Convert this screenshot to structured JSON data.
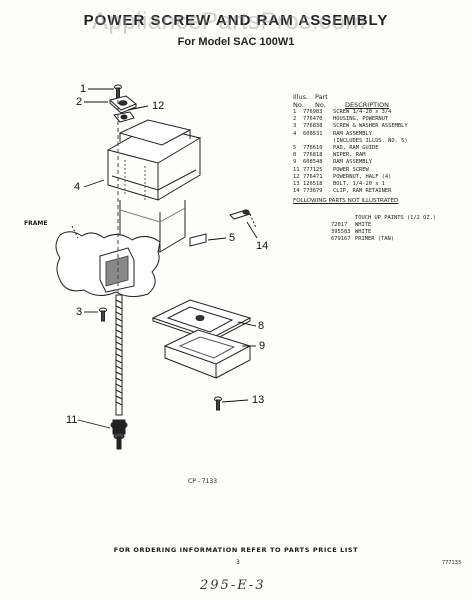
{
  "header": {
    "title": "POWER SCREW AND RAM ASSEMBLY",
    "watermark": "AppliancePartsPros.com",
    "subtitle": "For Model SAC 100W1"
  },
  "callouts": [
    "1",
    "2",
    "12",
    "4",
    "5",
    "14",
    "3",
    "8",
    "9",
    "11",
    "13"
  ],
  "frame_label": "FRAME",
  "parts_table": {
    "header": {
      "illus": "Illus.",
      "part": "Part",
      "no1": "No.",
      "no2": "No.",
      "description": "DESCRIPTION"
    },
    "rows": [
      {
        "no": "1",
        "part": "776983",
        "desc": "SCREW 1/4-20 x 3/4"
      },
      {
        "no": "2",
        "part": "776470",
        "desc": "HOUSING, POWERNUT"
      },
      {
        "no": "3",
        "part": "776838",
        "desc": "SCREW & WASHER ASSEMBLY"
      },
      {
        "no": "4",
        "part": "608531",
        "desc": "RAM ASSEMBLY"
      },
      {
        "no": "",
        "part": "",
        "desc": "(INCLUDES ILLUS. NO. 5)"
      },
      {
        "no": "5",
        "part": "776610",
        "desc": "PAD, RAM GUIDE"
      },
      {
        "no": "8",
        "part": "776818",
        "desc": "WIPER, RAM"
      },
      {
        "no": "9",
        "part": "608548",
        "desc": "RAM ASSEMBLY"
      },
      {
        "no": "11",
        "part": "777125",
        "desc": "POWER SCREW"
      },
      {
        "no": "12",
        "part": "776471",
        "desc": "POWERNUT, HALF (4)"
      },
      {
        "no": "13",
        "part": "126518",
        "desc": "BOLT, 1/4-20 x 1"
      },
      {
        "no": "14",
        "part": "773679",
        "desc": "CLIP, RAM RETAINER"
      }
    ],
    "not_illustrated_heading": "FOLLOWING PARTS NOT ILLUSTRATED",
    "not_illustrated": [
      {
        "part": "",
        "desc": "TOUCH UP PAINTS (1/2 OZ.)"
      },
      {
        "part": "72017",
        "desc": "WHITE"
      },
      {
        "part": "395583",
        "desc": "WHITE"
      },
      {
        "part": "679167",
        "desc": "PRIMER (TAN)"
      }
    ]
  },
  "diagram_code": "CP - 7133",
  "footer": "FOR ORDERING INFORMATION REFER TO PARTS PRICE LIST",
  "page_number": "3",
  "revision": "777133",
  "handwritten": "295-E-3"
}
